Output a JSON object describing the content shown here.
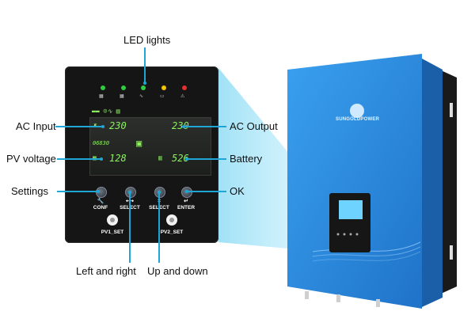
{
  "callouts": {
    "led_lights": "LED lights",
    "ac_input": "AC Input",
    "ac_output": "AC Output",
    "pv_voltage": "PV voltage",
    "battery": "Battery",
    "settings": "Settings",
    "ok": "OK",
    "left_right": "Left and right",
    "up_down": "Up and down"
  },
  "buttons": {
    "conf": "CONF",
    "select_lr": "SELECT",
    "select_ud": "SELECT",
    "enter": "ENTER",
    "pv1_set": "PV1_SET",
    "pv2_set": "PV2_SET"
  },
  "lcd": {
    "ac_in": "230",
    "ac_out": "230",
    "pv_volt": "128",
    "battery_volt": "526",
    "center_value": "06830"
  },
  "brand": "SUNGOLDPOWER",
  "colors": {
    "accent_line": "#1fa6d6",
    "lcd_green": "#8df25e",
    "device_blue": "#2f8fe0",
    "led_green": "#2ecc40",
    "led_yellow": "#f5c400",
    "led_red": "#e53030"
  }
}
